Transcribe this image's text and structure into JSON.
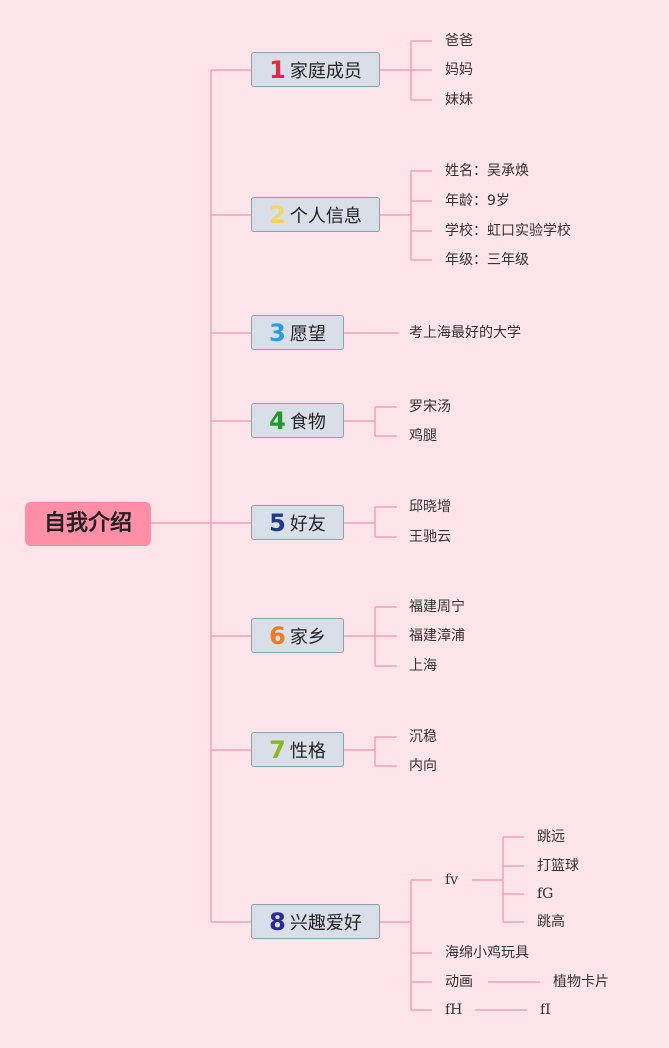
{
  "root": "自我介绍",
  "categories": [
    {
      "num": "1",
      "label": "家庭成员",
      "color": "#e8283c"
    },
    {
      "num": "2",
      "label": "个人信息",
      "color": "#f5d36b"
    },
    {
      "num": "3",
      "label": "愿望",
      "color": "#2a9de0"
    },
    {
      "num": "4",
      "label": "食物",
      "color": "#1f9a2a"
    },
    {
      "num": "5",
      "label": "好友",
      "color": "#1c3d8c"
    },
    {
      "num": "6",
      "label": "家乡",
      "color": "#f07a1e"
    },
    {
      "num": "7",
      "label": "性格",
      "color": "#8ab81e"
    },
    {
      "num": "8",
      "label": "兴趣爱好",
      "color": "#2a2aa0"
    }
  ],
  "family": [
    "爸爸",
    "妈妈",
    "妹妹"
  ],
  "info": [
    "姓名：吴承焕",
    "年龄：9岁",
    "学校：虹口实验学校",
    "年级：三年级"
  ],
  "wish": "考上海最好的大学",
  "food": [
    "罗宋汤",
    "鸡腿"
  ],
  "friends": [
    "邱晓增",
    "王驰云"
  ],
  "hometown": [
    "福建周宁",
    "福建漳浦",
    "上海"
  ],
  "personality": [
    "沉稳",
    "内向"
  ],
  "hobbies": {
    "fv": "fv",
    "sports": [
      "跳远",
      "打篮球",
      "fG",
      "跳高"
    ],
    "toy": "海绵小鸡玩具",
    "anime": "动画",
    "anime_sub": "植物卡片",
    "fh": "fH",
    "fi": "fI"
  },
  "line_color": "#f3a0b4"
}
